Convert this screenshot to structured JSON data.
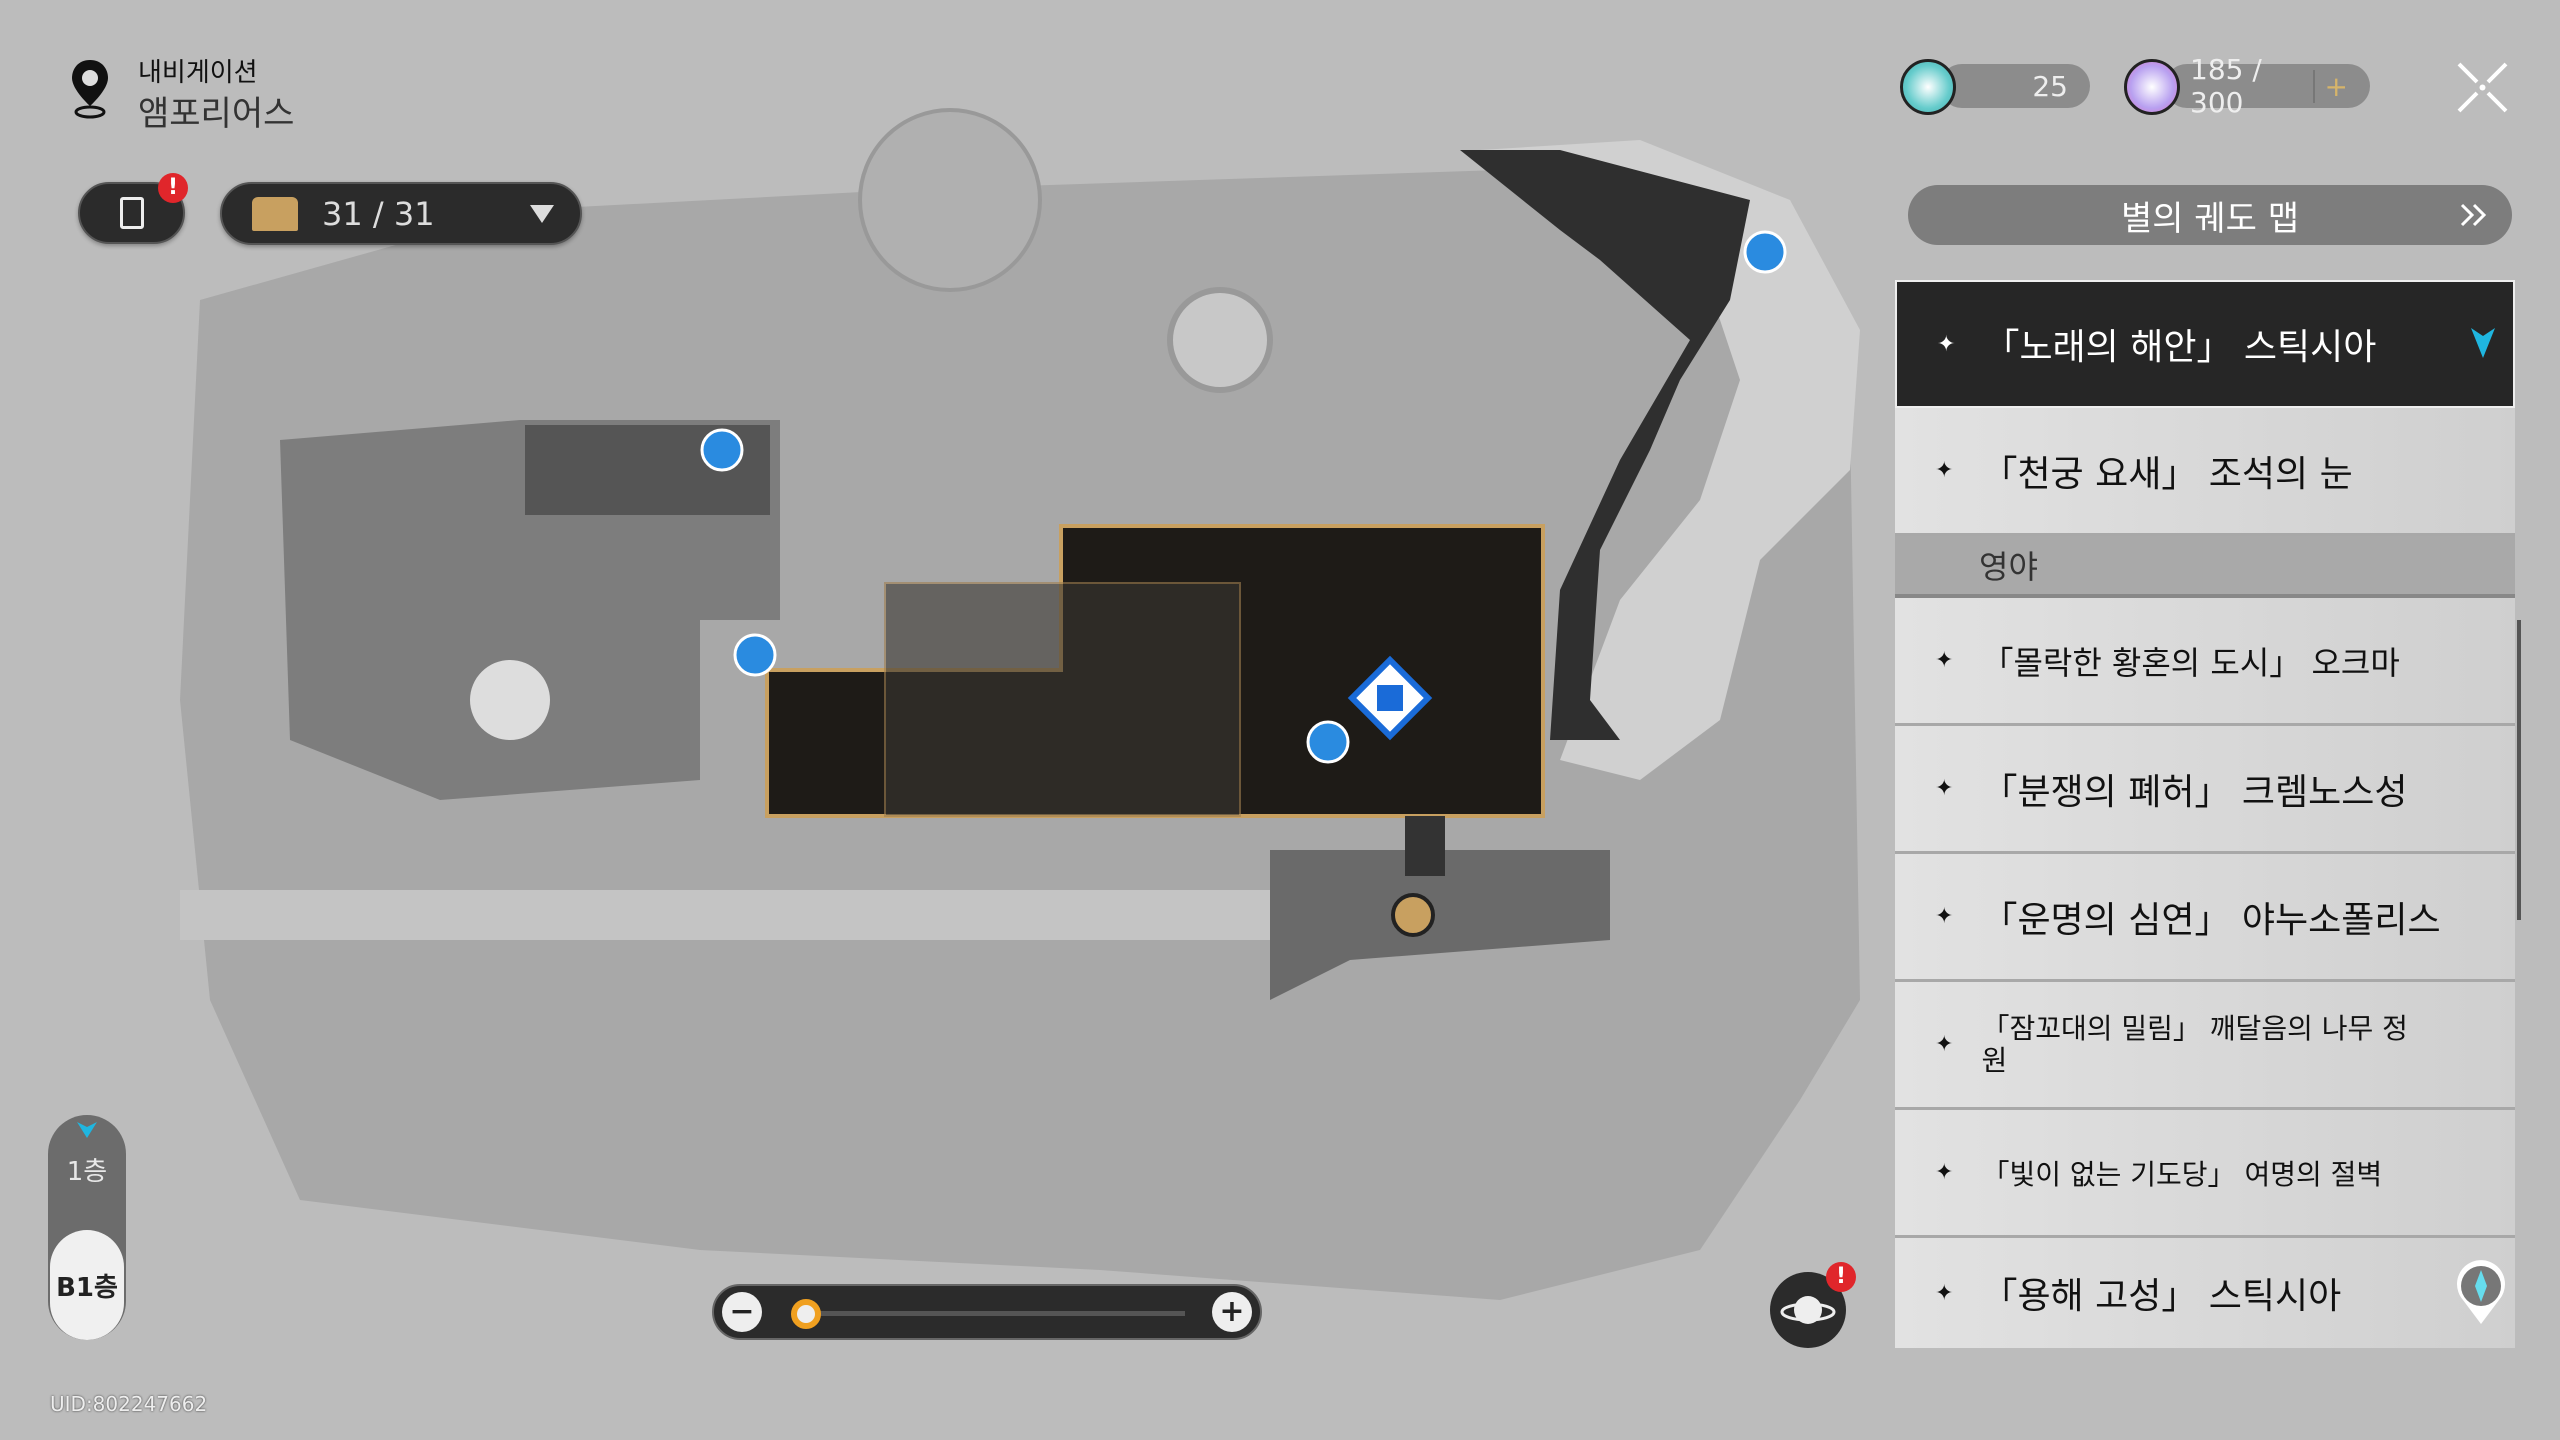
{
  "header": {
    "label": "내비게이션",
    "location": "앰포리어스"
  },
  "chest_counter": {
    "value": "31 / 31"
  },
  "notes_badge": "!",
  "currencies": [
    {
      "value": "25"
    },
    {
      "value": "185 / 300",
      "add": "+"
    }
  ],
  "star_rail_map_button": "별의 궤도 맵",
  "areas": [
    {
      "label": "「노래의 해안」 스틱시아",
      "active": true
    },
    {
      "label": "「천궁 요새」 조석의 눈"
    }
  ],
  "section": {
    "label": "영야"
  },
  "section_areas": [
    {
      "label": "「몰락한 황혼의 도시」 오크마"
    },
    {
      "label": "「분쟁의 폐허」 크렘노스성"
    },
    {
      "label": "「운명의 심연」 야누소폴리스"
    },
    {
      "label": "「잠꼬대의 밀림」 깨달음의 나무 정원"
    },
    {
      "label": "「빛이 없는 기도당」 여명의 절벽"
    },
    {
      "label": "「용해 고성」 스틱시아"
    }
  ],
  "floors": [
    {
      "label": "1층"
    },
    {
      "label": "B1층",
      "selected": true
    }
  ],
  "uid": "UID:802247662",
  "zoom": {
    "minus": "−",
    "plus": "+",
    "level": 0.03
  },
  "planet_badge": "!",
  "colors": {
    "accent": "#1fb6e0",
    "highlight": "#c8a060",
    "dark": "#262626"
  }
}
